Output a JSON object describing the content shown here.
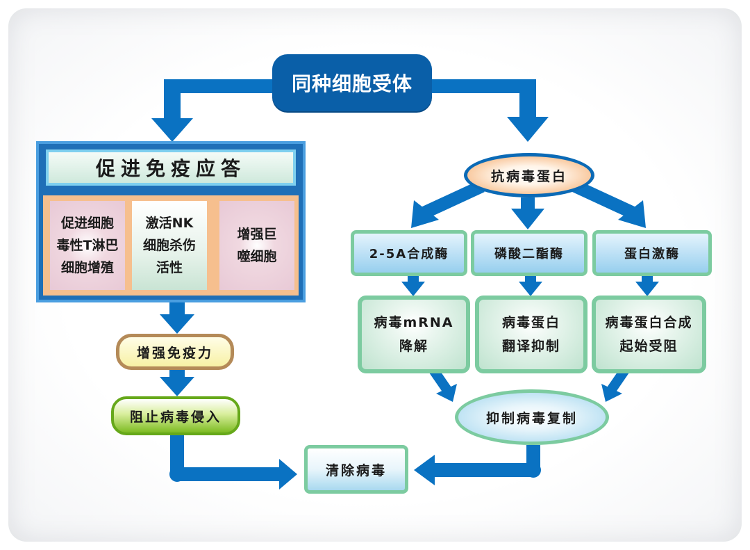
{
  "colors": {
    "arrow": "#0a72c2",
    "title_bg": "#0a5fa8",
    "panel_bg": "#1f6fb7",
    "node_border_green": "#7ccba0"
  },
  "nodes": {
    "root": "同种细胞受体",
    "immune_response": {
      "title": "促进免疫应答",
      "effects": [
        "促进细胞\n毒性T淋巴\n细胞增殖",
        "激活NK\n细胞杀伤\n活性",
        "增强巨\n噬细胞"
      ]
    },
    "enhance_immunity": "增强免疫力",
    "block_virus_entry": "阻止病毒侵入",
    "antiviral_protein": "抗病毒蛋白",
    "enzymes": [
      "2-5A合成酶",
      "磷酸二酯酶",
      "蛋白激酶"
    ],
    "enzyme_effects": [
      "病毒mRNA\n降解",
      "病毒蛋白\n翻译抑制",
      "病毒蛋白合成\n起始受阻"
    ],
    "inhibit_replication": "抑制病毒复制",
    "clear_virus": "清除病毒"
  }
}
